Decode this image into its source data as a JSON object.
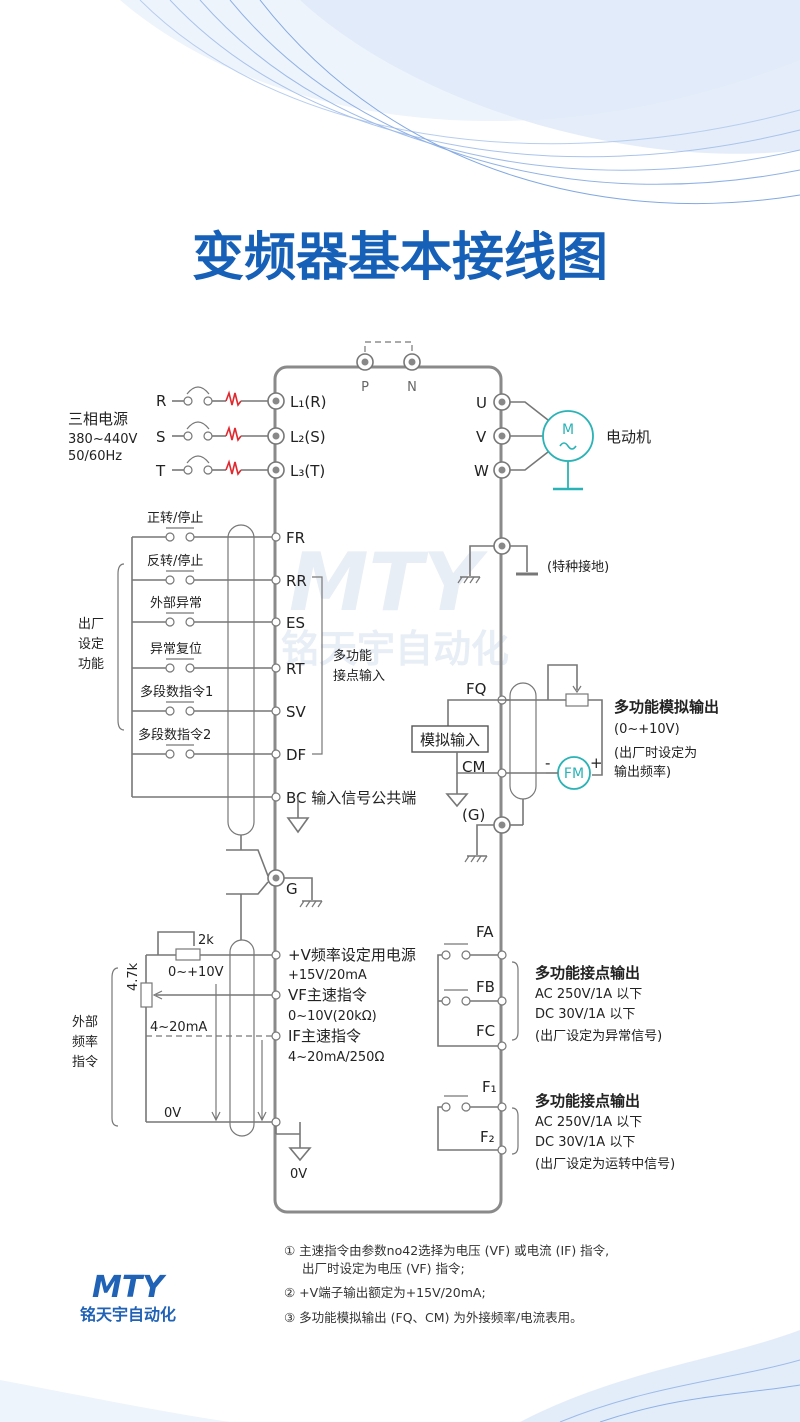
{
  "title": "变频器基本接线图",
  "watermark": {
    "logo": "MTY",
    "text": "铭天宇自动化"
  },
  "power": {
    "label_lines": [
      "三相电源",
      "380~440V",
      "50/60Hz"
    ],
    "phases": [
      "R",
      "S",
      "T"
    ],
    "inputs": [
      "L₁(R)",
      "L₂(S)",
      "L₃(T)"
    ],
    "dc_terminals": [
      "P",
      "N"
    ]
  },
  "motor": {
    "terminals": [
      "U",
      "V",
      "W"
    ],
    "symbol": "M",
    "label": "电动机",
    "ground_label": "(特种接地)"
  },
  "function": {
    "group_label_lines": [
      "出厂",
      "设定",
      "功能"
    ],
    "switches": [
      "正转/停止",
      "反转/停止",
      "外部异常",
      "异常复位",
      "多段数指令1",
      "多段数指令2"
    ],
    "terminals": [
      "FR",
      "RR",
      "ES",
      "RT",
      "SV",
      "DF"
    ],
    "multi_input_lines": [
      "多功能",
      "接点输入"
    ],
    "common": "BC 输入信号公共端",
    "ground": "G"
  },
  "analog_out": {
    "fq": "FQ",
    "cm": "CM",
    "g": "(G)",
    "module": "模拟输入",
    "fm": "FM",
    "minus": "-",
    "plus": "+",
    "title": "多功能模拟输出",
    "range": "(0~+10V)",
    "note_lines": [
      "(出厂时设定为",
      "输出频率)"
    ]
  },
  "external": {
    "label_lines": [
      "外部",
      "频率",
      "指令"
    ],
    "pot_value": "2k",
    "pot_range": "0~+10V",
    "resistor": "4.7k",
    "current": "4~20mA",
    "zero": "0V",
    "ground_zero": "0V",
    "signals": [
      {
        "name": "+V频率设定用电源",
        "spec": "+15V/20mA"
      },
      {
        "name": "VF主速指令",
        "spec": "0~10V(20kΩ)"
      },
      {
        "name": "IF主速指令",
        "spec": "4~20mA/250Ω"
      }
    ]
  },
  "contact_out1": {
    "terminals": [
      "FA",
      "FB",
      "FC"
    ],
    "lines": [
      "多功能接点输出",
      "AC 250V/1A 以下",
      "DC 30V/1A 以下",
      "(出厂设定为异常信号)"
    ]
  },
  "contact_out2": {
    "terminals": [
      "F₁",
      "F₂"
    ],
    "lines": [
      "多功能接点输出",
      "AC 250V/1A 以下",
      "DC 30V/1A 以下",
      "(出厂设定为运转中信号)"
    ]
  },
  "notes": [
    "① 主速指令由参数no42选择为电压 (VF) 或电流 (IF) 指令,",
    "出厂时设定为电压 (VF) 指令;",
    "② +V端子输出额定为+15V/20mA;",
    "③ 多功能模拟输出 (FQ、CM) 为外接频率/电流表用。"
  ],
  "brand": {
    "logo": "MTY",
    "name": "铭天宇自动化"
  },
  "colors": {
    "title": "#1660b8",
    "accent_red": "#e0282e",
    "accent_cyan": "#2ab3b6",
    "wire": "#777777"
  }
}
